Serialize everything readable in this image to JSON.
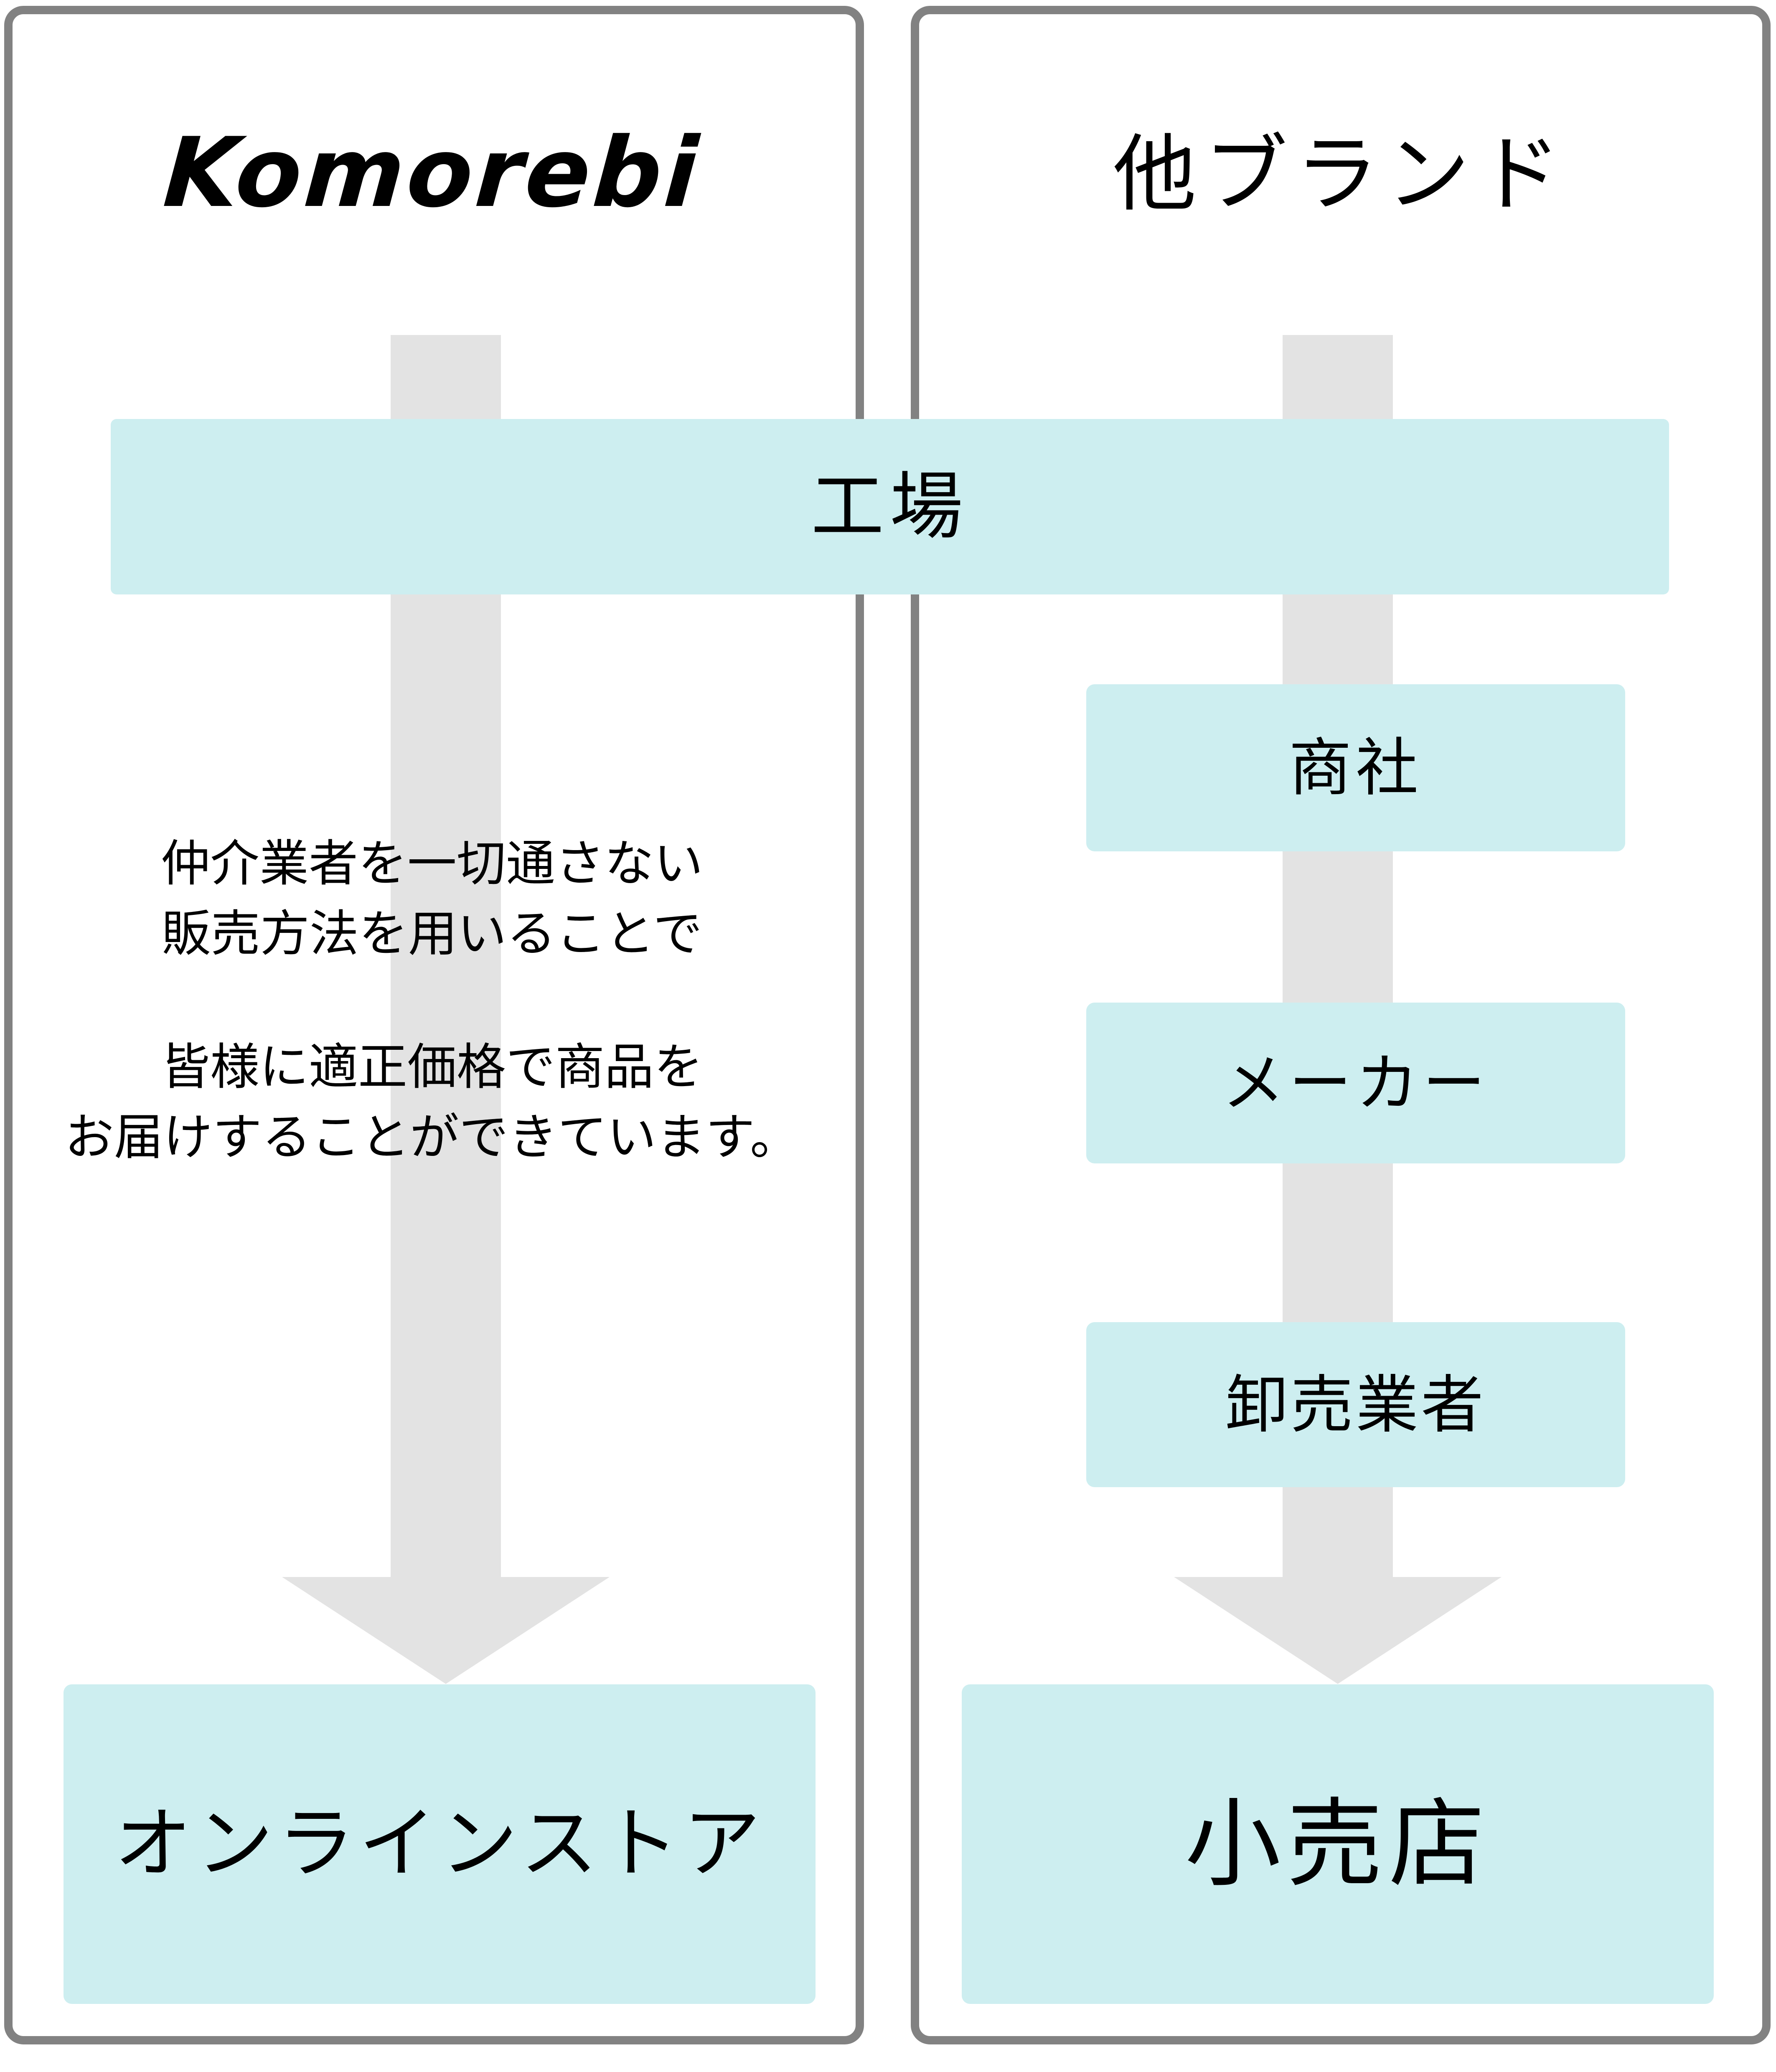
{
  "diagram": {
    "title_left": "Komorebi",
    "title_right": "他ブランド",
    "shared_node": "工場",
    "left_flow": {
      "nodes": [
        "工場",
        "オンラインストア"
      ],
      "destination": "オンラインストア",
      "copy": {
        "paragraph_1": [
          "仲介業者を一切通さない",
          "販売方法を用いることで"
        ],
        "paragraph_2": [
          "皆様に適正価格で商品を",
          "お届けすることができています。"
        ]
      }
    },
    "right_flow": {
      "nodes": [
        "工場",
        "商社",
        "メーカー",
        "卸売業者",
        "小売店"
      ],
      "intermediaries": [
        "商社",
        "メーカー",
        "卸売業者"
      ],
      "destination": "小売店"
    },
    "colors": {
      "node_fill": "#cdeef0",
      "arrow": "#e3e3e3",
      "panel_border": "#828282",
      "text": "#000000",
      "background": "#ffffff"
    }
  }
}
